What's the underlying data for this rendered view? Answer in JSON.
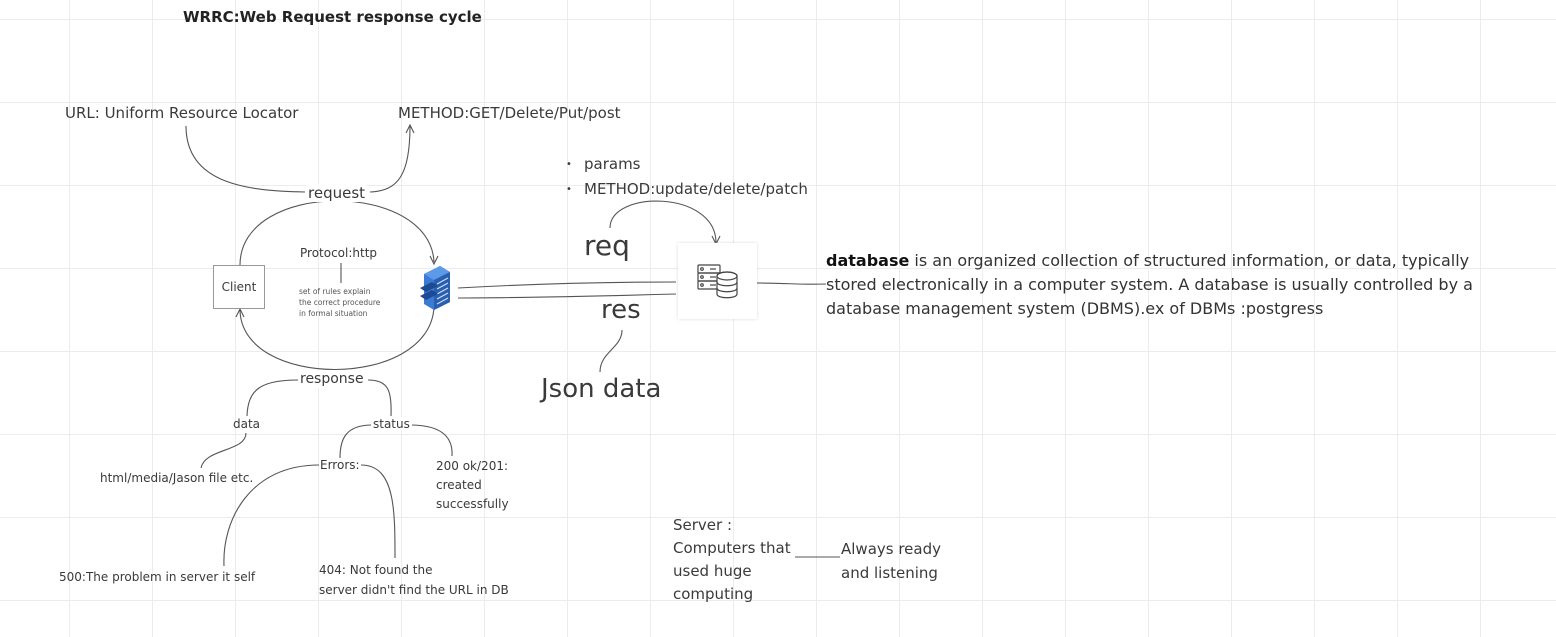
{
  "title": "WRRC:Web Request response cycle",
  "request_section": {
    "url_label": "URL: Uniform Resource Locator",
    "method_label": "METHOD:GET/Delete/Put/post",
    "request_label": "request"
  },
  "client": {
    "label": "Client"
  },
  "protocol": {
    "label": "Protocol:http",
    "description": "set of rules explain\nthe correct procedure\nin formal situation"
  },
  "server_icon": {
    "icon": "server-building-icon",
    "color": "#3a7bd5"
  },
  "response_section": {
    "response_label": "response",
    "data_label": "data",
    "data_detail": "html/media/Jason file etc.",
    "status_label": "status",
    "errors_label": "Errors:",
    "ok_label": "200 ok/201:\ncreated\nsuccessfully",
    "error_500": "500:The problem in server it self",
    "error_404": "404: Not found the\nserver didn't find the URL in DB"
  },
  "params_list": [
    "params",
    "METHOD:update/delete/patch"
  ],
  "req_label": "req",
  "res_label": "res",
  "json_label": "Json data",
  "database": {
    "icon": "database-server-icon",
    "term": "database",
    "description": " is an organized collection of structured information, or data, typically stored electronically in a computer system. A database is usually controlled by a database management system (DBMS).ex of DBMs :postgress"
  },
  "server_note": {
    "server_text": "Server :\nComputers that\nused huge\ncomputing",
    "ready_text": "Always ready\nand listening"
  },
  "colors": {
    "grid": "#ececec",
    "connector": "#555555",
    "server_blue": "#3a7bd5"
  }
}
